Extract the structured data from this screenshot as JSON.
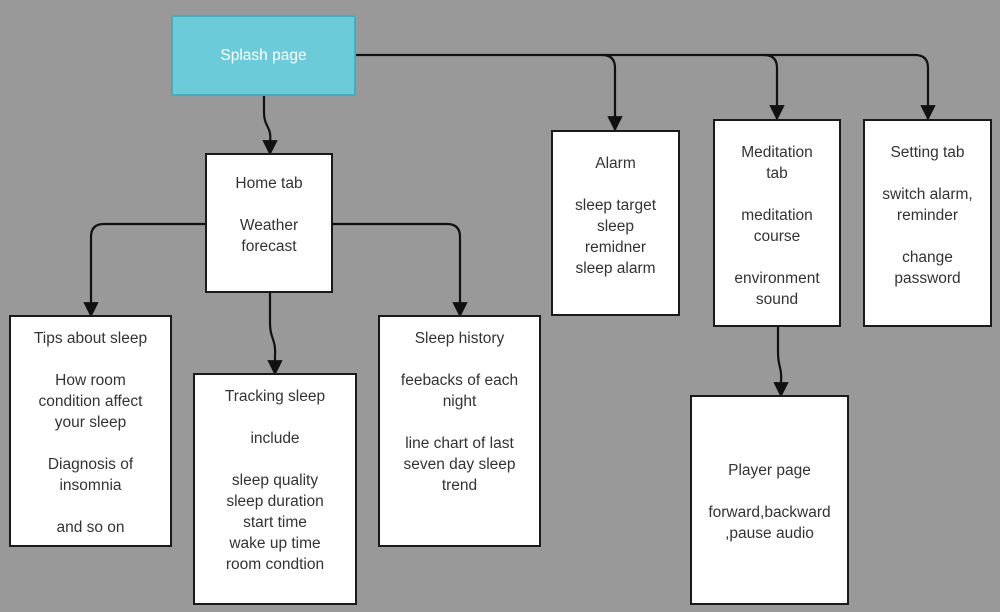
{
  "diagram": {
    "nodes": {
      "splash": {
        "lines": [
          "Splash page"
        ]
      },
      "home": {
        "lines": [
          "Home tab",
          "",
          "Weather forecast"
        ]
      },
      "alarm": {
        "lines": [
          "Alarm",
          "",
          "sleep target",
          "sleep",
          "remidner",
          "sleep alarm"
        ]
      },
      "meditation": {
        "lines": [
          "Meditation",
          "tab",
          "",
          "meditation",
          "course",
          "",
          "environment",
          "sound"
        ]
      },
      "setting": {
        "lines": [
          "Setting tab",
          "",
          "switch alarm,",
          "reminder",
          "",
          "change",
          "password"
        ]
      },
      "tips": {
        "lines": [
          "Tips about sleep",
          "",
          "How room",
          "condition affect",
          "your sleep",
          "",
          "Diagnosis of",
          "insomnia",
          "",
          "and so on"
        ]
      },
      "tracking": {
        "lines": [
          "Tracking sleep",
          "",
          "include",
          "",
          "sleep quality",
          "sleep duration",
          "start time",
          "wake up time",
          "room condtion"
        ]
      },
      "history": {
        "lines": [
          "Sleep history",
          "",
          "feebacks of each",
          "night",
          "",
          "line chart of last",
          "seven day sleep",
          "trend"
        ]
      },
      "player": {
        "lines": [
          "Player page",
          "",
          "forward,backward",
          ",pause audio"
        ]
      }
    },
    "edges": [
      {
        "from": "splash",
        "to": "home"
      },
      {
        "from": "splash",
        "to": "alarm"
      },
      {
        "from": "splash",
        "to": "meditation"
      },
      {
        "from": "splash",
        "to": "setting"
      },
      {
        "from": "home",
        "to": "tips"
      },
      {
        "from": "home",
        "to": "tracking"
      },
      {
        "from": "home",
        "to": "history"
      },
      {
        "from": "meditation",
        "to": "player"
      }
    ]
  }
}
